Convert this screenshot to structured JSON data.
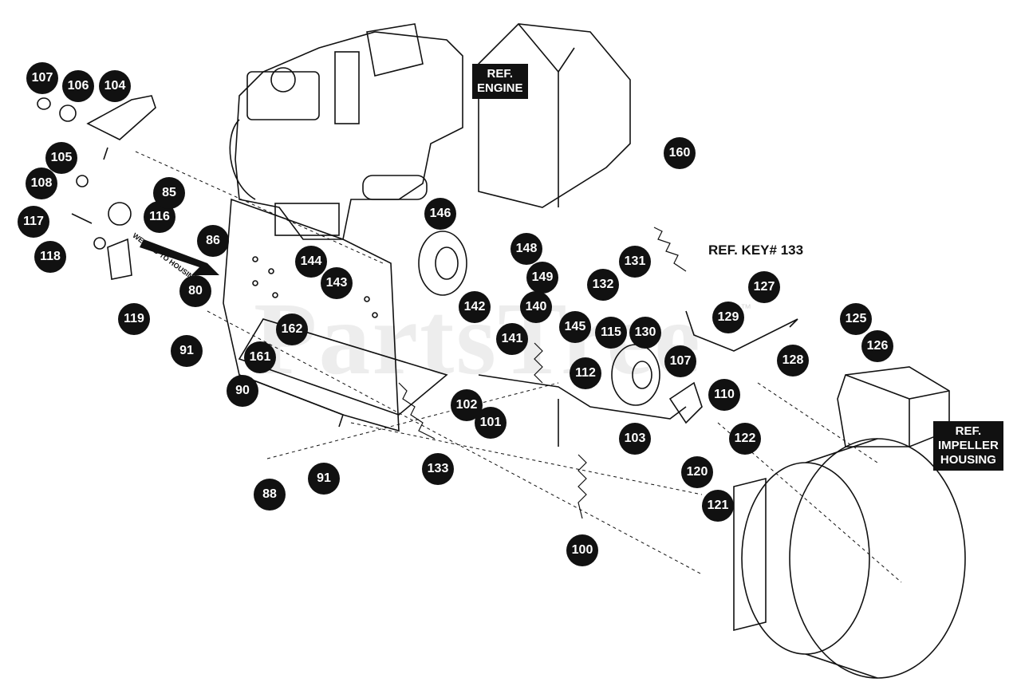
{
  "watermark": "PartsTree",
  "trademark": "™",
  "welded_note": "WELDED TO HOUSING",
  "ref_boxes": [
    {
      "id": "engine",
      "text": "REF.\nENGINE"
    },
    {
      "id": "impeller",
      "text": "REF.\nIMPELLER\nHOUSING"
    }
  ],
  "ref_key_text": "REF. KEY# 133",
  "callouts": [
    "107",
    "106",
    "104",
    "105",
    "108",
    "117",
    "116",
    "118",
    "119",
    "85",
    "86",
    "80",
    "91",
    "161",
    "90",
    "88",
    "91",
    "162",
    "144",
    "143",
    "146",
    "148",
    "149",
    "142",
    "140",
    "141",
    "102",
    "101",
    "133",
    "145",
    "131",
    "132",
    "115",
    "130",
    "112",
    "107",
    "129",
    "127",
    "128",
    "125",
    "126",
    "110",
    "103",
    "120",
    "121",
    "122",
    "100",
    "160"
  ]
}
